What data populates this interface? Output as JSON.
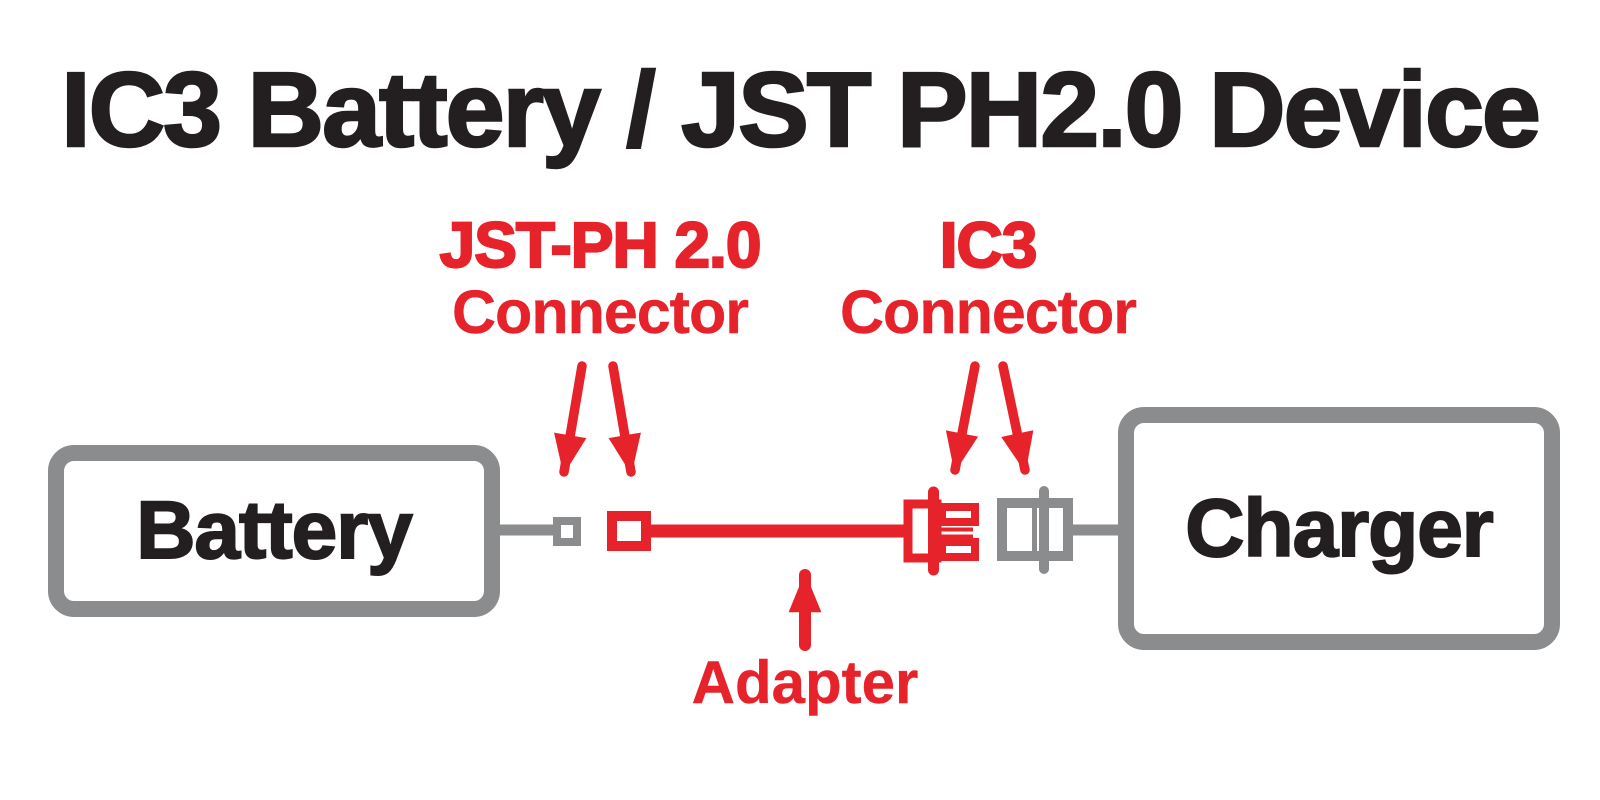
{
  "title": "IC3 Battery / JST PH2.0 Device",
  "colors": {
    "red": "#E6222A",
    "gray": "#8A8C8E",
    "black": "#231F20"
  },
  "callouts": {
    "jst": {
      "line1": "JST-PH 2.0",
      "line2": "Connector"
    },
    "ic3": {
      "line1": "IC3",
      "line2": "Connector"
    },
    "adapter": "Adapter"
  },
  "nodes": {
    "battery": "Battery",
    "charger": "Charger"
  },
  "icons": {
    "battery_jst_plug": "small-gray-square-connector",
    "adapter_jst_socket": "red-square-connector",
    "adapter_ic3_plug": "red-ic3-connector",
    "charger_ic3_socket": "gray-ic3-connector",
    "callout_pointers": "red-down-arrows",
    "adapter_pointer": "red-up-arrow"
  }
}
